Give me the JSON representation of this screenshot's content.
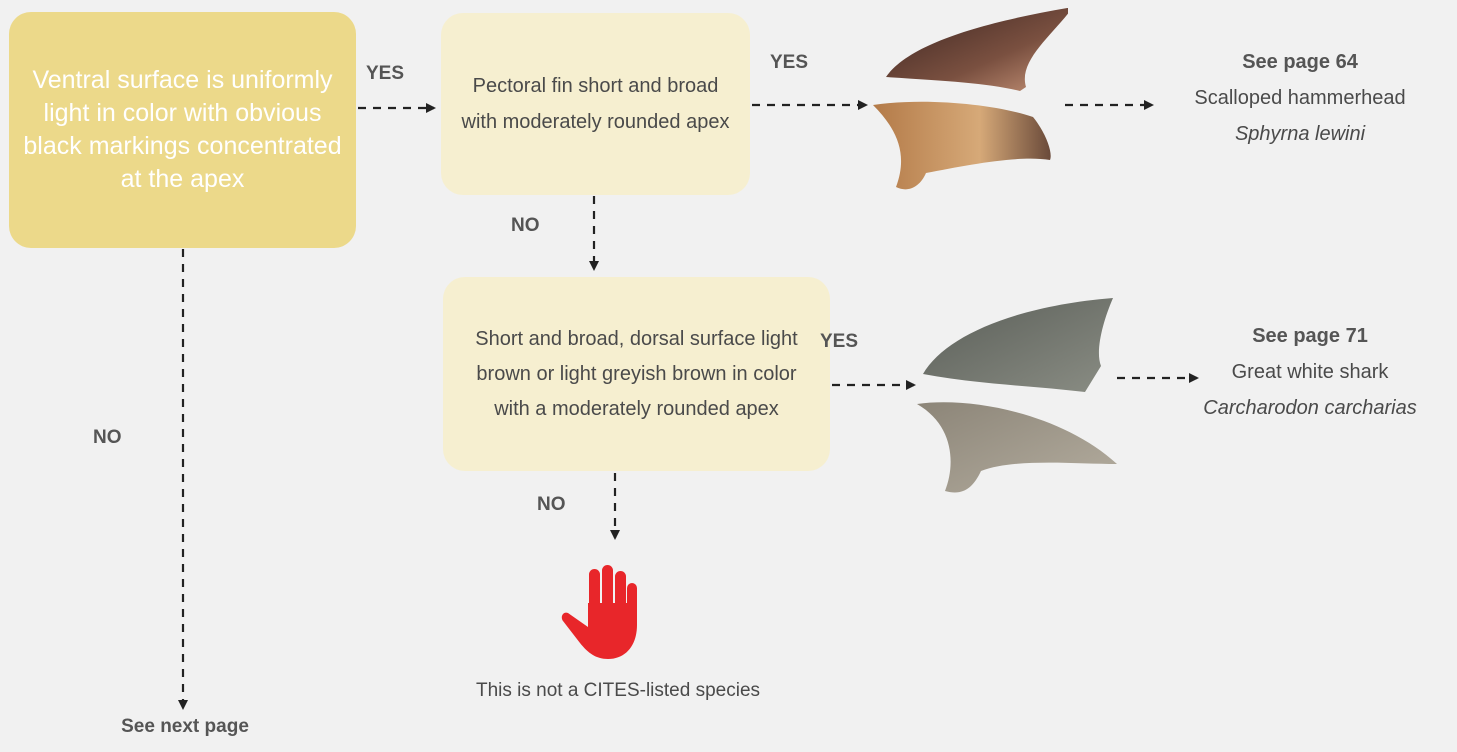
{
  "nodes": {
    "start": "Ventral surface is uniformly light in color with obvious black markings concentrated at the apex",
    "q2": "Pectoral fin short and broad with moderately rounded apex",
    "q3": "Short and broad, dorsal surface light brown or light greyish brown in color with a moderately rounded apex"
  },
  "edge_labels": {
    "start_yes": "YES",
    "start_no": "NO",
    "q2_yes": "YES",
    "q2_no": "NO",
    "q3_yes": "YES",
    "q3_no": "NO"
  },
  "results": [
    {
      "page": "See page 64",
      "common_name": "Scalloped hammerhead",
      "scientific_name": "Sphyrna lewini"
    },
    {
      "page": "See page 71",
      "common_name": "Great white shark",
      "scientific_name": "Carcharodon carcharias"
    }
  ],
  "stop": {
    "text": "This is not a CITES-listed species",
    "icon": "stop-hand-icon",
    "color": "#e8262a"
  },
  "next": {
    "text": "See next page"
  },
  "colors": {
    "start_fill": "#ecd98a",
    "question_fill": "#f6efd0",
    "background": "#f1f1f1"
  }
}
